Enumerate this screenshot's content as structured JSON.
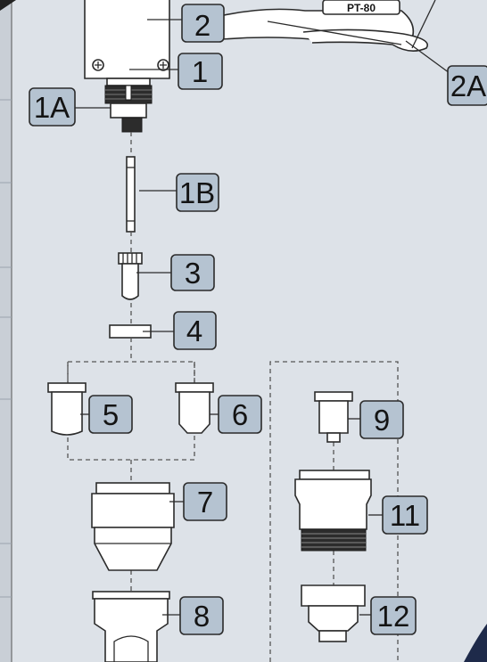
{
  "callouts": {
    "c1": "1",
    "c2": "2",
    "c1a": "1A",
    "c2a": "2A",
    "c1b": "1B",
    "c3": "3",
    "c4": "4",
    "c5": "5",
    "c6": "6",
    "c7": "7",
    "c8": "8",
    "c9": "9",
    "c11": "11",
    "c12": "12"
  },
  "tag_text": "PT-80",
  "colors": {
    "background": "#dde2e8",
    "callout_fill": "#b5c3d1",
    "line": "#2b2b2b"
  }
}
